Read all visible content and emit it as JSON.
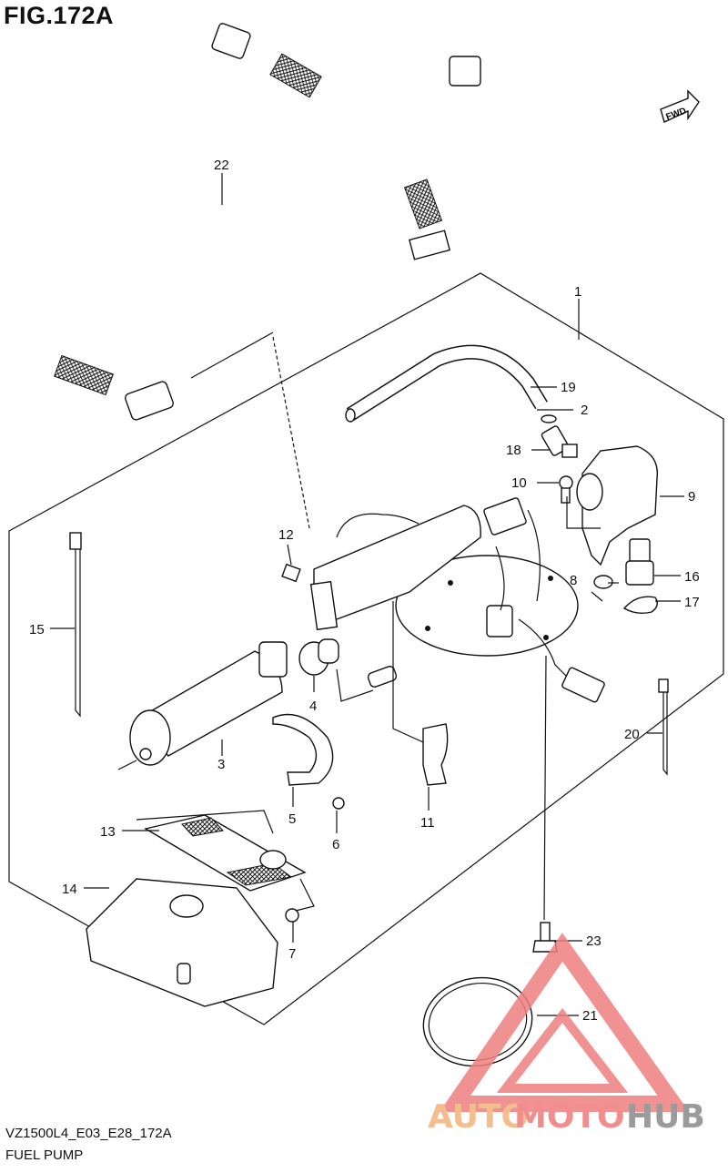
{
  "figure": {
    "title": "FIG.172A",
    "model_code": "VZ1500L4_E03_E28_172A",
    "caption": "FUEL PUMP",
    "direction_badge": "FWD"
  },
  "callouts": [
    {
      "id": "c1",
      "text": "1"
    },
    {
      "id": "c2",
      "text": "2"
    },
    {
      "id": "c3",
      "text": "3"
    },
    {
      "id": "c4",
      "text": "4"
    },
    {
      "id": "c5",
      "text": "5"
    },
    {
      "id": "c6",
      "text": "6"
    },
    {
      "id": "c7",
      "text": "7"
    },
    {
      "id": "c8",
      "text": "8"
    },
    {
      "id": "c9",
      "text": "9"
    },
    {
      "id": "c10",
      "text": "10"
    },
    {
      "id": "c11",
      "text": "11"
    },
    {
      "id": "c12",
      "text": "12"
    },
    {
      "id": "c13",
      "text": "13"
    },
    {
      "id": "c14",
      "text": "14"
    },
    {
      "id": "c15",
      "text": "15"
    },
    {
      "id": "c16",
      "text": "16"
    },
    {
      "id": "c17",
      "text": "17"
    },
    {
      "id": "c18",
      "text": "18"
    },
    {
      "id": "c19",
      "text": "19"
    },
    {
      "id": "c20",
      "text": "20"
    },
    {
      "id": "c21",
      "text": "21"
    },
    {
      "id": "c22",
      "text": "22"
    },
    {
      "id": "c23",
      "text": "23"
    }
  ],
  "watermark": {
    "text_left": "AUTO",
    "text_mid": "MOTO",
    "text_right": "HUB",
    "color_left": "#f2b27a",
    "color_mid": "#ef7a7a",
    "color_right": "#8a8a8a",
    "triangle_color": "#ef8080"
  },
  "colors": {
    "ink": "#111111",
    "background": "#ffffff"
  }
}
